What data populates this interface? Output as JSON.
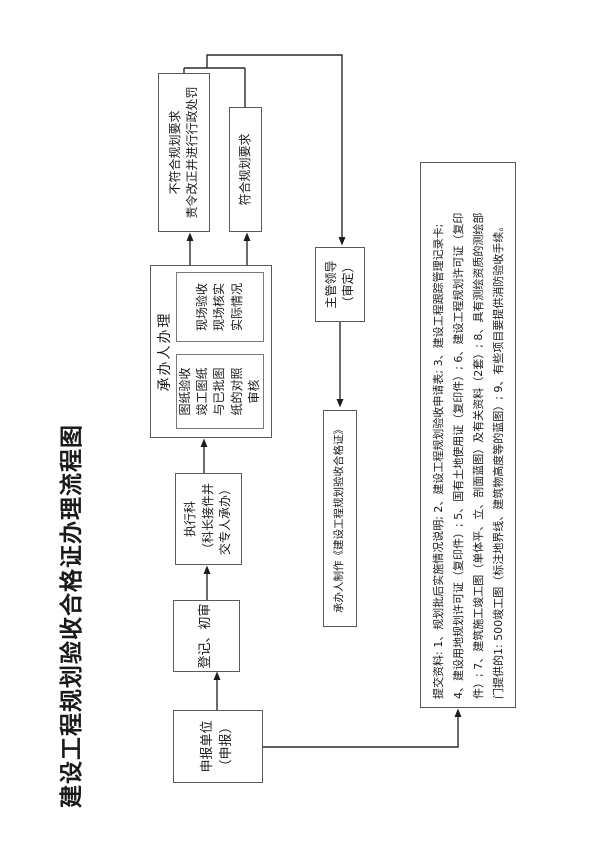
{
  "page": {
    "title": "建设工程规划验收合格证办理流程图"
  },
  "nodes": {
    "declare_unit": "申报单位\n（申报）",
    "register": "登记、初审",
    "executor": "执行科\n（科长接件并\n交专人承办）",
    "handler_group": "承办人办理",
    "drawing_review": "图纸验收\n竣工图纸\n与已批图\n纸的对照\n审核",
    "site_review": "现场验收\n现场核实\n实际情况",
    "nonconform": "不符合规划要求\n责令改正并进行行政处罚",
    "conform": "符合规划要求",
    "leader": "主管领导\n（审定）",
    "certificate": "承办人制作《建设工程规划验收合格证》",
    "materials": "提交资料: 1、规划批后实施情况说明; 2、建设工程规划验收申请表; 3、建设工程跟踪管理记录卡;\n4、建设用地规划许可证（复印件）; 5、国有土地使用证（复印件）; 6、建设工程规划许可证（复印\n件）; 7、建筑施工竣工图（单体平、立、剖面蓝图）及有关资料（2套）; 8、具有测绘资质的测绘部\n门提供的1: 500竣工图（标注地界线、建筑物高度等的蓝图）; 9、有些项目要提供消防验收手续。"
  }
}
